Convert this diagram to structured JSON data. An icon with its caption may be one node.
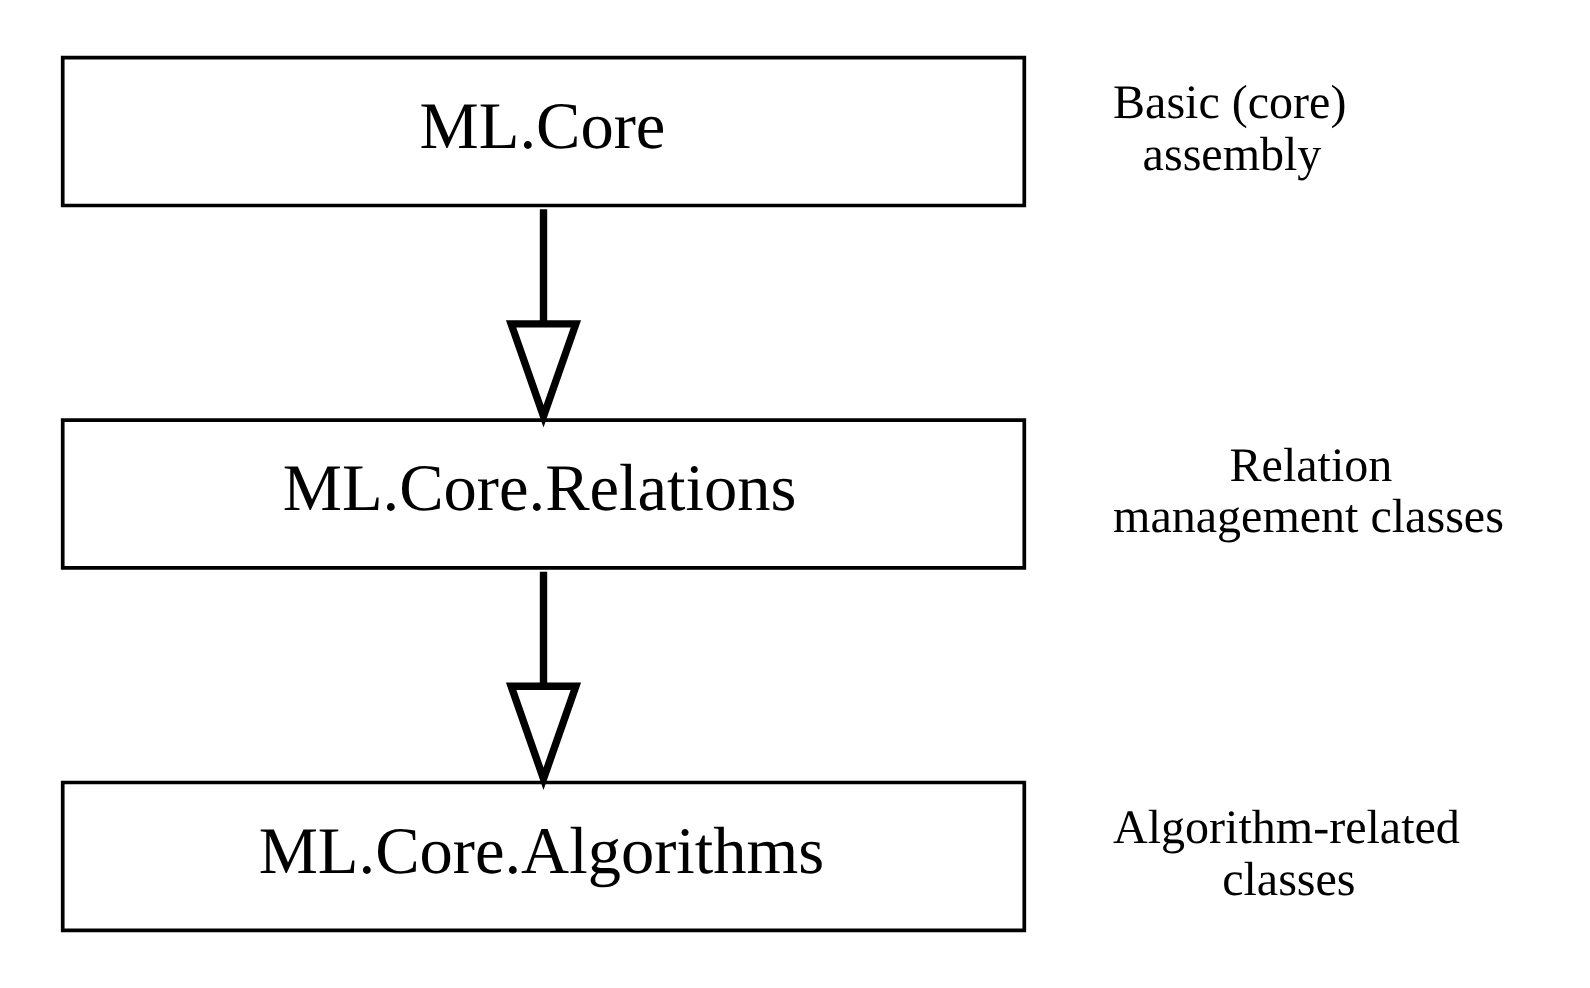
{
  "diagram": {
    "nodes": [
      {
        "text": [
          "ML.Core"
        ],
        "beside": [
          "Basic (core) assembly"
        ]
      },
      {
        "text": [
          "ML.Core.Relations"
        ],
        "beside": [
          "Relation management classes"
        ]
      },
      {
        "text": [
          "ML.Core.Algorithms"
        ],
        "beside": [
          "Algorithm-related classes"
        ]
      }
    ],
    "edges": [
      {
        "from": 0,
        "to": 1,
        "arrow": "to"
      },
      {
        "from": 1,
        "to": 2,
        "arrow": "to"
      }
    ]
  }
}
